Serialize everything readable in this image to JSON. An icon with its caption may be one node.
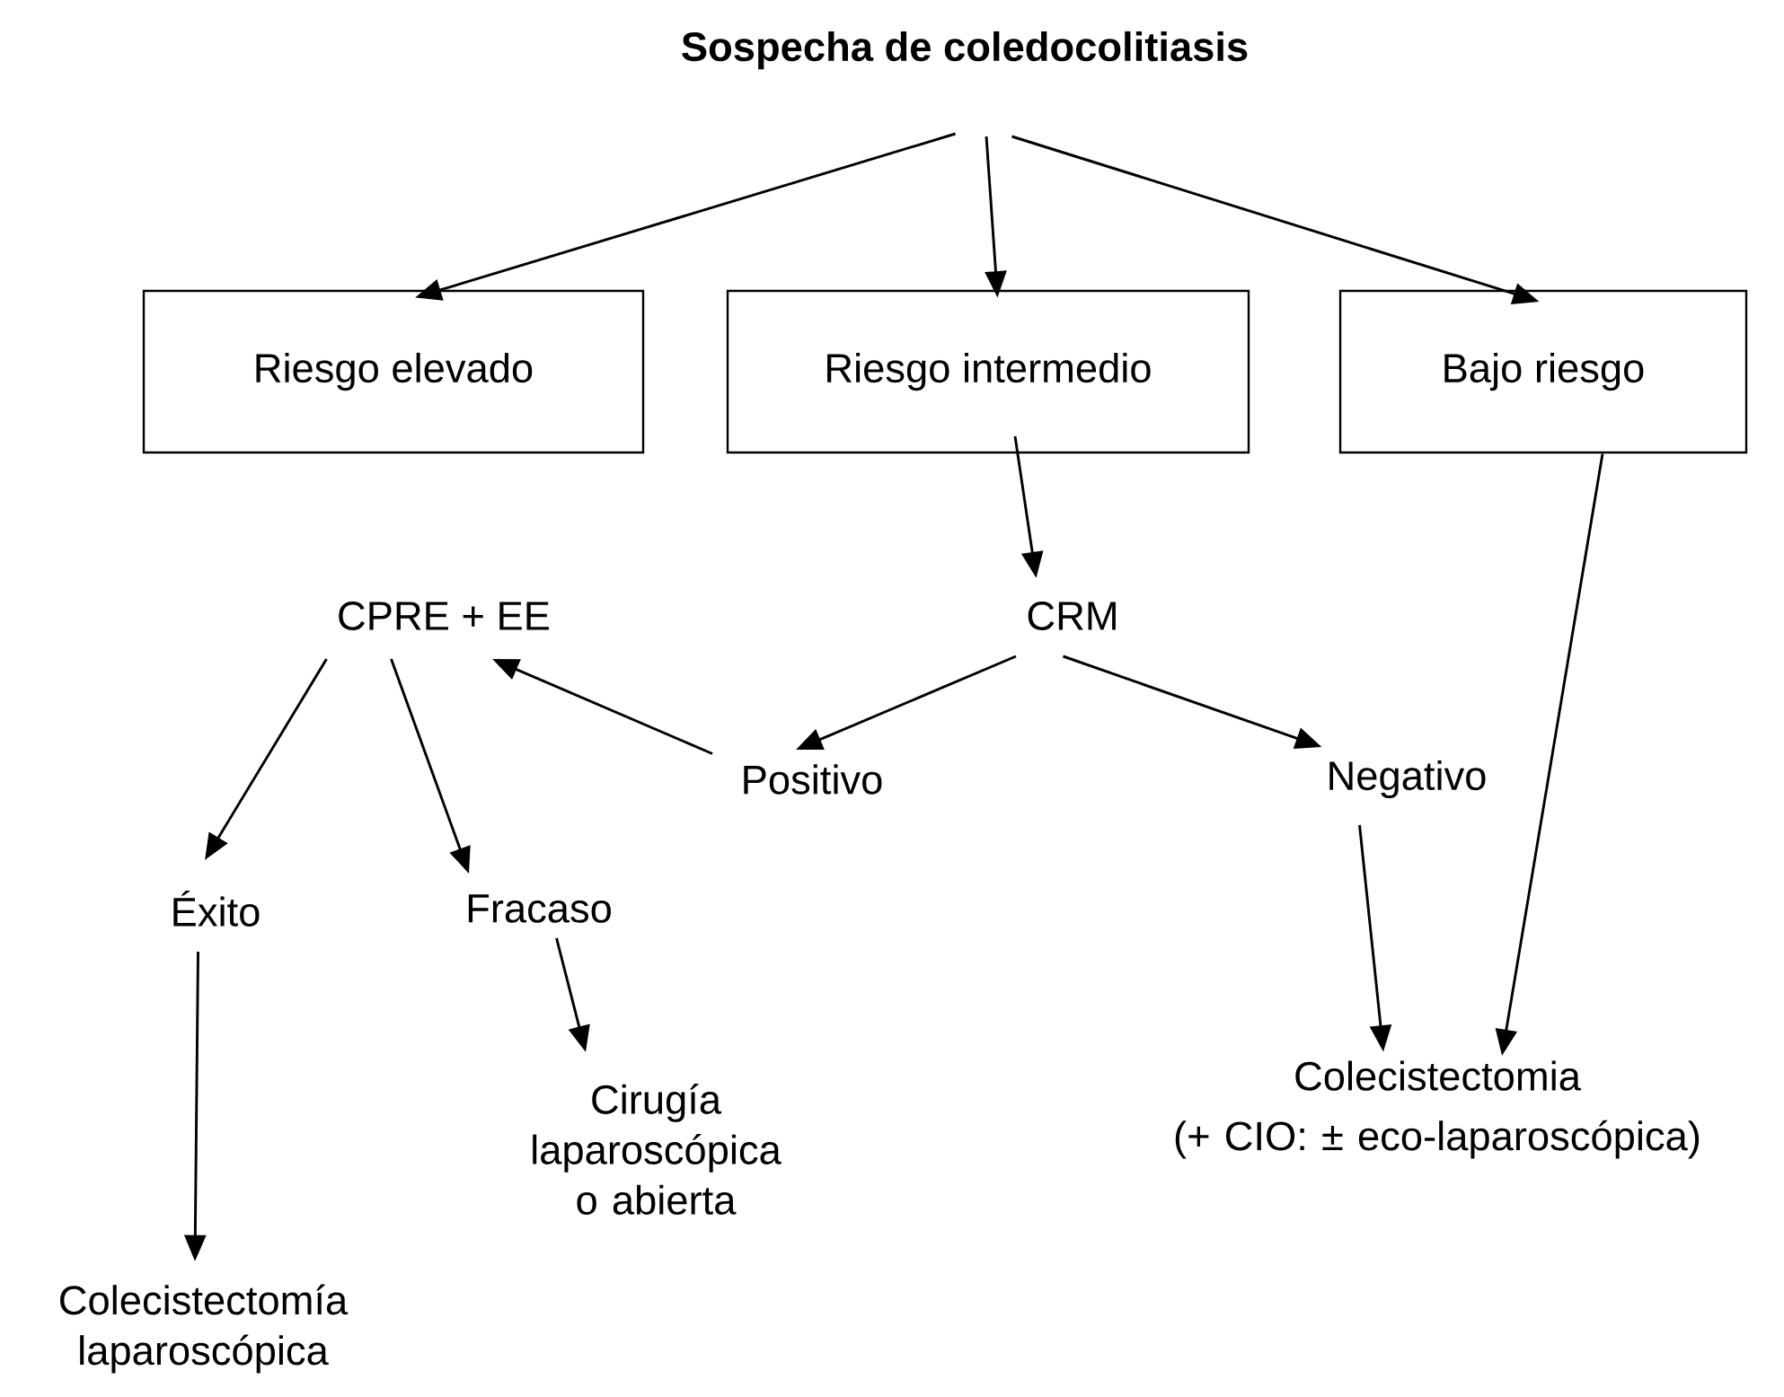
{
  "diagram": {
    "nodes": [
      {
        "text": [
          "Sospecha de coledocolitiasis"
        ]
      },
      {
        "text": [
          "Riesgo elevado"
        ]
      },
      {
        "text": [
          "Riesgo intermedio"
        ]
      },
      {
        "text": [
          "Bajo riesgo"
        ]
      },
      {
        "text": [
          "CPRE + EE"
        ]
      },
      {
        "text": [
          "CRM"
        ]
      },
      {
        "text": [
          "Positivo"
        ]
      },
      {
        "text": [
          "Negativo"
        ]
      },
      {
        "text": [
          "Éxito"
        ]
      },
      {
        "text": [
          "Fracaso"
        ]
      },
      {
        "text": [
          "Cirugía laparoscópica o abierta"
        ]
      },
      {
        "text": [
          "Colecistectomía laparoscópica"
        ]
      },
      {
        "text": [
          "Colecistectomia",
          "(+ CIO: ± eco-laparoscópica)"
        ]
      }
    ],
    "edges": [
      {
        "from": 0,
        "to": 1,
        "arrow": "to"
      },
      {
        "from": 0,
        "to": 2,
        "arrow": "to"
      },
      {
        "from": 0,
        "to": 3,
        "arrow": "to"
      },
      {
        "from": 2,
        "to": 5,
        "arrow": "to"
      },
      {
        "from": 5,
        "to": 6,
        "arrow": "to"
      },
      {
        "from": 5,
        "to": 7,
        "arrow": "to"
      },
      {
        "from": 6,
        "to": 4,
        "arrow": "to"
      },
      {
        "from": 4,
        "to": 8,
        "arrow": "to"
      },
      {
        "from": 4,
        "to": 9,
        "arrow": "to"
      },
      {
        "from": 9,
        "to": 10,
        "arrow": "to"
      },
      {
        "from": 8,
        "to": 11,
        "arrow": "to"
      },
      {
        "from": 7,
        "to": 12,
        "arrow": "to"
      },
      {
        "from": 3,
        "to": 12,
        "arrow": "to"
      }
    ]
  }
}
